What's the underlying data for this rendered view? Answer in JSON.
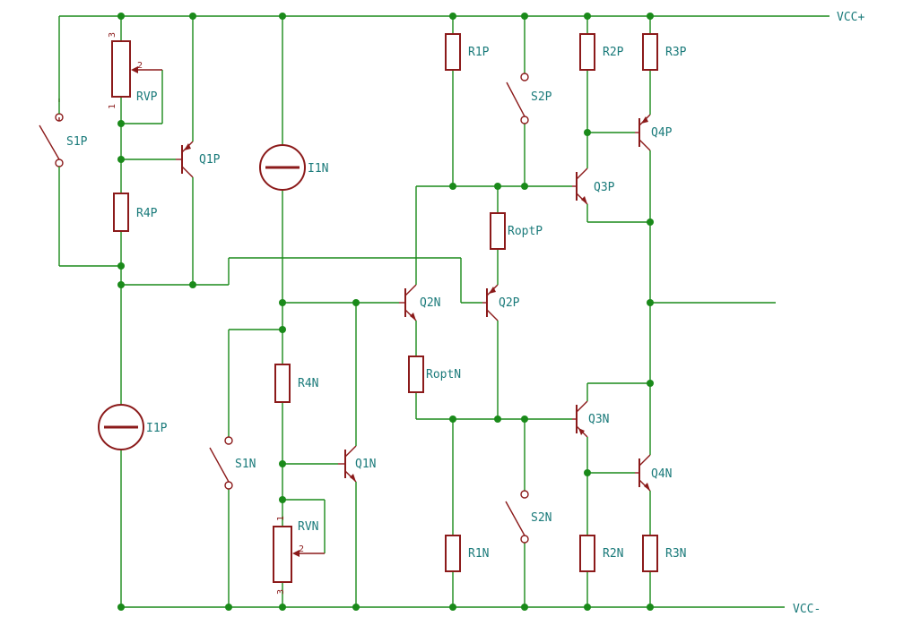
{
  "rails": {
    "vcc_pos": "VCC+",
    "vcc_neg": "VCC-"
  },
  "labels": {
    "S1P": "S1P",
    "RVP": "RVP",
    "Q1P": "Q1P",
    "R4P": "R4P",
    "I1P": "I1P",
    "I1N": "I1N",
    "R4N": "R4N",
    "S1N": "S1N",
    "Q1N": "Q1N",
    "RVN": "RVN",
    "R1P": "R1P",
    "S2P": "S2P",
    "RoptP": "RoptP",
    "Q2N": "Q2N",
    "Q2P": "Q2P",
    "RoptN": "RoptN",
    "R1N": "R1N",
    "S2N": "S2N",
    "R2P": "R2P",
    "R3P": "R3P",
    "Q3P": "Q3P",
    "Q4P": "Q4P",
    "Q3N": "Q3N",
    "Q4N": "Q4N",
    "R2N": "R2N",
    "R3N": "R3N"
  },
  "pins": {
    "rvp_pin3": "3",
    "rvp_pin2": "2",
    "rvp_pin1": "1",
    "rvn_pin1": "1",
    "rvn_pin2": "2",
    "rvn_pin3": "3"
  },
  "colors": {
    "wire": "#1a8a1a",
    "component": "#8b1a1a",
    "label": "#1a7a7a"
  }
}
